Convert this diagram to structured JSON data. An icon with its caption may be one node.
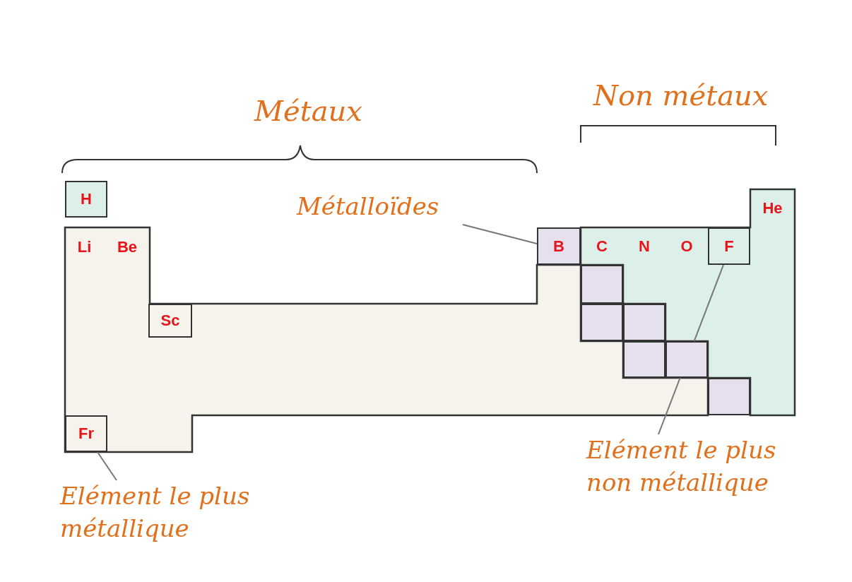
{
  "diagram": {
    "nodes": [
      {
        "text": [
          "H"
        ]
      },
      {
        "text": [
          "He"
        ]
      },
      {
        "text": [
          "Métalloïdes"
        ]
      },
      {
        "text": [
          "B"
        ]
      },
      {
        "text": [
          "C"
        ]
      },
      {
        "text": [
          "N"
        ]
      },
      {
        "text": [
          "O"
        ]
      },
      {
        "text": [
          "F"
        ]
      },
      {
        "text": [
          "Li"
        ]
      },
      {
        "text": [
          "Be"
        ]
      },
      {
        "text": [],
        "shape": "box"
      },
      {
        "text": [
          "Sc"
        ]
      },
      {
        "text": [],
        "shape": "box"
      },
      {
        "text": [],
        "shape": "box"
      },
      {
        "text": [],
        "shape": "box"
      },
      {
        "text": [],
        "shape": "box"
      },
      {
        "text": [],
        "shape": "box"
      },
      {
        "text": [
          "Fr"
        ]
      },
      {
        "text": [
          "Elément le plus non métallique"
        ]
      },
      {
        "text": [
          "Elément le plus métallique"
        ]
      }
    ],
    "edges": [
      {
        "from": 2,
        "to": 3,
        "arrow": "none"
      },
      {
        "from": 19,
        "to": 17,
        "arrow": "none"
      },
      {
        "from": 18,
        "to": 7,
        "arrow": "none"
      }
    ],
    "labels": [
      "Métaux",
      "Non métaux"
    ]
  }
}
